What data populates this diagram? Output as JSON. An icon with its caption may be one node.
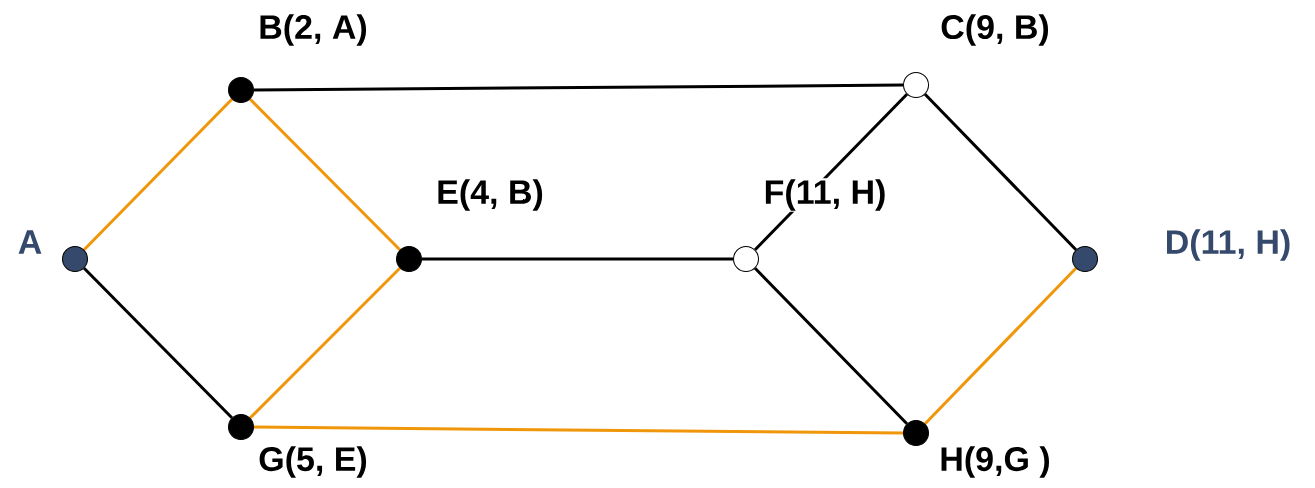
{
  "diagram": {
    "nodes": [
      {
        "text": [],
        "shape": "circle",
        "beside": [
          "A"
        ]
      },
      {
        "text": [],
        "shape": "circle",
        "beside": [
          "B(2, A)"
        ]
      },
      {
        "text": [],
        "shape": "circle",
        "beside": [
          "C(9, B)"
        ]
      },
      {
        "text": [],
        "shape": "circle",
        "beside": [
          "D(11, H)"
        ]
      },
      {
        "text": [],
        "shape": "circle",
        "beside": [
          "E(4, B)"
        ]
      },
      {
        "text": [],
        "shape": "circle",
        "beside": [
          "F(11, H)"
        ]
      },
      {
        "text": [],
        "shape": "circle",
        "beside": [
          "G(5, E)"
        ]
      },
      {
        "text": [],
        "shape": "circle",
        "beside": [
          "H(9,G )"
        ]
      }
    ],
    "edges": [
      {
        "from": 0,
        "to": 1,
        "arrow": "none",
        "color": "#f0960a"
      },
      {
        "from": 0,
        "to": 6,
        "arrow": "none"
      },
      {
        "from": 1,
        "to": 2,
        "arrow": "none"
      },
      {
        "from": 1,
        "to": 4,
        "arrow": "none",
        "color": "#f0960a"
      },
      {
        "from": 4,
        "to": 6,
        "arrow": "none",
        "color": "#f0960a"
      },
      {
        "from": 4,
        "to": 5,
        "arrow": "none"
      },
      {
        "from": 2,
        "to": 5,
        "arrow": "none"
      },
      {
        "from": 2,
        "to": 3,
        "arrow": "none"
      },
      {
        "from": 5,
        "to": 7,
        "arrow": "none"
      },
      {
        "from": 6,
        "to": 7,
        "arrow": "none",
        "color": "#f0960a"
      },
      {
        "from": 7,
        "to": 3,
        "arrow": "none",
        "color": "#f0960a"
      }
    ]
  }
}
